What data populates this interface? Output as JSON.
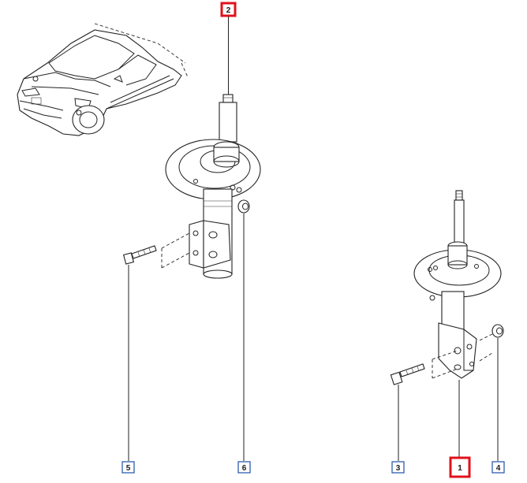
{
  "callouts": [
    {
      "id": "2",
      "label": "2",
      "highlighted": true
    },
    {
      "id": "5",
      "label": "5",
      "highlighted": false
    },
    {
      "id": "6",
      "label": "6",
      "highlighted": false
    },
    {
      "id": "3",
      "label": "3",
      "highlighted": false
    },
    {
      "id": "1",
      "label": "1",
      "highlighted": true
    },
    {
      "id": "4",
      "label": "4",
      "highlighted": false
    }
  ],
  "colors": {
    "highlight": "#e0121b",
    "callout_border": "#1f4fa8",
    "line": "#222222"
  }
}
